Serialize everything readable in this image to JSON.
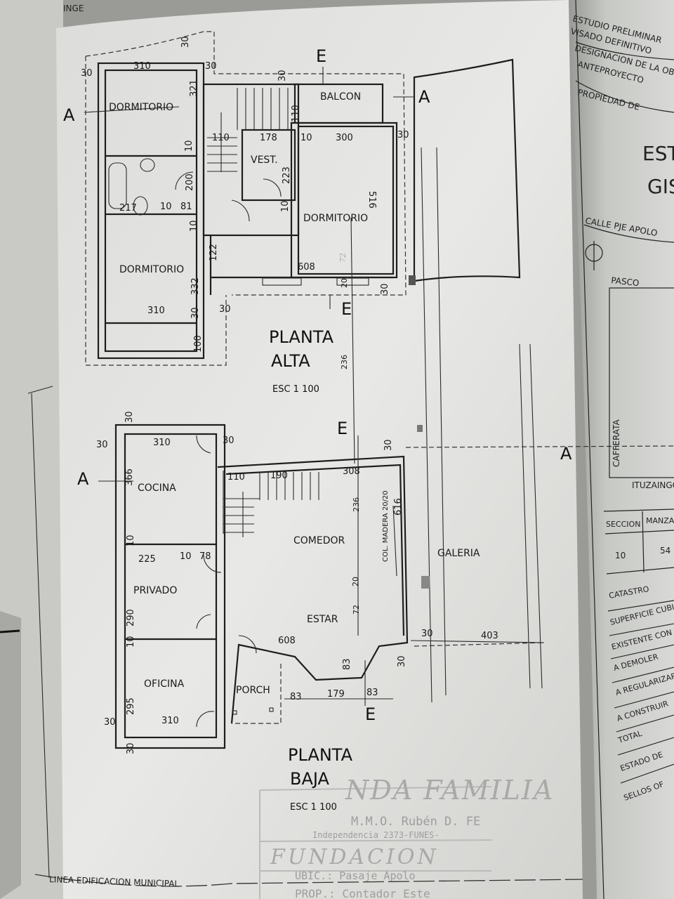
{
  "header_fragment": "INGE",
  "upper_plan": {
    "title_1": "PLANTA",
    "title_2": "ALTA",
    "scale": "ESC 1 100",
    "rooms": [
      "DORMITORIO",
      "DORMITORIO",
      "DORMITORIO",
      "VEST.",
      "BALCON"
    ],
    "section_marks": [
      "E",
      "E",
      "A",
      "A"
    ],
    "dims": [
      "30",
      "30",
      "310",
      "321",
      "30",
      "30",
      "110",
      "178",
      "10",
      "300",
      "30",
      "10",
      "200",
      "223",
      "10",
      "516",
      "217",
      "81",
      "10",
      "10",
      "122",
      "608",
      "72",
      "20",
      "30",
      "332",
      "310",
      "30",
      "30",
      "100",
      "236",
      "110"
    ]
  },
  "lower_plan": {
    "title_1": "PLANTA",
    "title_2": "BAJA",
    "scale": "ESC 1 100",
    "rooms": [
      "COCINA",
      "PRIVADO",
      "OFICINA",
      "PORCH",
      "COMEDOR",
      "ESTAR",
      "GALERIA"
    ],
    "column_note": "COL. MADERA 20/20",
    "section_marks": [
      "E",
      "E",
      "A",
      "A"
    ],
    "dims": [
      "30",
      "30",
      "310",
      "30",
      "366",
      "110",
      "190",
      "308",
      "30",
      "616",
      "236",
      "20",
      "72",
      "10",
      "225",
      "10",
      "78",
      "290",
      "10",
      "295",
      "30",
      "310",
      "30",
      "608",
      "30",
      "30",
      "403",
      "83",
      "83",
      "179",
      "83"
    ]
  },
  "municipal_line": "LINEA EDIFICACION MUNICIPAL",
  "title_block": {
    "rows": [
      "ESTUDIO PRELIMINAR",
      "VISADO DEFINITIVO",
      "DESIGNACION DE LA OBRA",
      "ANTEPROYECTO",
      "PROPIEDAD DE"
    ],
    "owner_1": "EST",
    "owner_2": "GIS",
    "street": "CALLE  PJE APOLO",
    "map_labels": [
      "PASCO",
      "CAFFERATA",
      "ITUZAINGO"
    ],
    "table_headers": [
      "SECCION",
      "MANZA"
    ],
    "table_values": [
      "10",
      "54"
    ],
    "catastro": "CATASTRO",
    "surface_rows": [
      "SUPERFICIE CUBIERTA",
      "EXISTENTE CON",
      "A DEMOLER",
      "A REGULARIZAR",
      "A CONSTRUIR",
      "TOTAL",
      "ESTADO DE",
      "SELLOS OF"
    ]
  },
  "stamp": {
    "line_1": "NDA FAMILIA",
    "line_2": "M.M.O. Rubén D. FE",
    "line_3": "Independencia 2373-FUNES-",
    "line_4": "FUNDACION",
    "line_5": "UBIC.: Pasaje Apolo",
    "line_6": "PROP.: Contador Este"
  }
}
